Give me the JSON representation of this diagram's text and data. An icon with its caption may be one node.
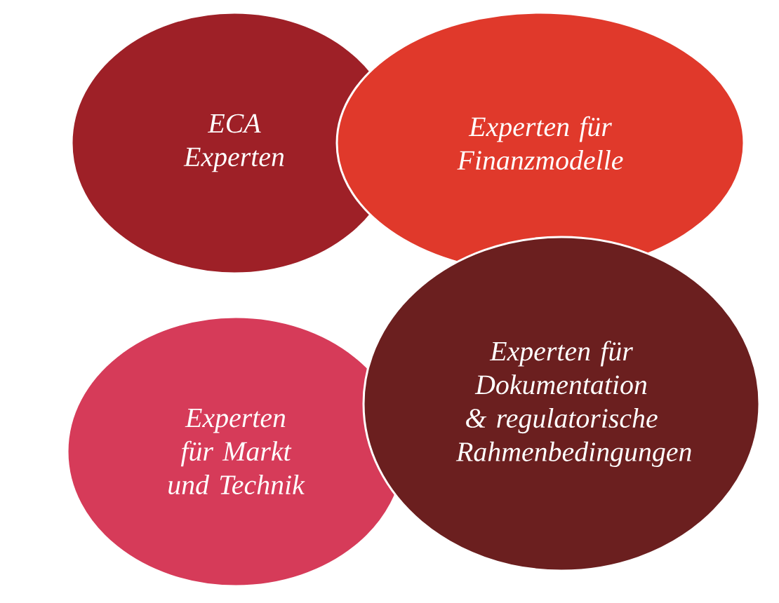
{
  "diagram": {
    "nodes": [
      {
        "text": [
          "ECA Experten"
        ]
      },
      {
        "text": [
          "Experten für Finanzmodelle"
        ]
      },
      {
        "text": [
          "Experten für Markt und Technik"
        ]
      },
      {
        "text": [
          "Experten für Dokumentation & regulatorische Rahmenbedingungen"
        ]
      }
    ]
  }
}
